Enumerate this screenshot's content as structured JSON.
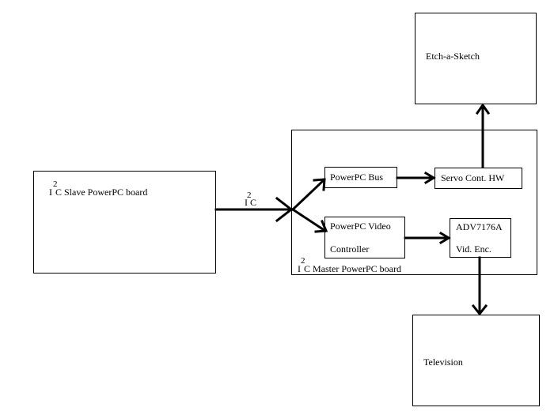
{
  "diagram": {
    "slave_board": {
      "i2c_i": "I",
      "i2c_2": "2",
      "label": "C Slave PowerPC board"
    },
    "link": {
      "i2c_2": "2",
      "label": "I C"
    },
    "master_board": {
      "i2c_i": "I",
      "i2c_2": "2",
      "label": "C Master PowerPC board"
    },
    "powerpc_bus": {
      "label": "PowerPC Bus"
    },
    "video_controller": {
      "line1": "PowerPC Video",
      "line2": "Controller"
    },
    "servo": {
      "label": "Servo Cont. HW"
    },
    "adv": {
      "line1": "ADV7176A",
      "line2": "Vid. Enc."
    },
    "etch": {
      "label": "Etch-a-Sketch"
    },
    "tv": {
      "label": "Television"
    }
  }
}
